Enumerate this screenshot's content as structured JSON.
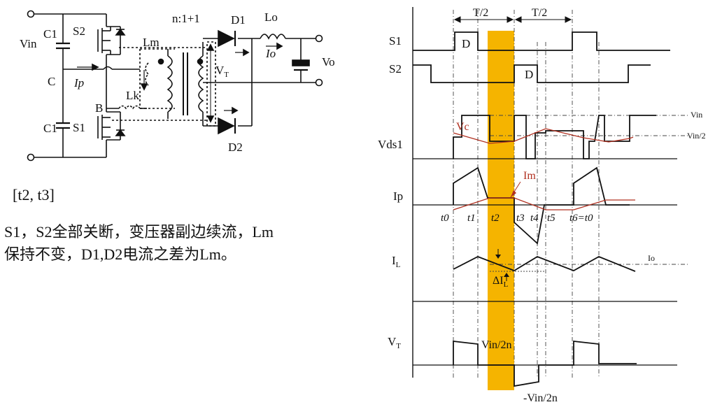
{
  "circuit": {
    "vin": "Vin",
    "c1_top": "C1",
    "c1_bottom": "C1",
    "c_node": "C",
    "b_node": "B",
    "s1": "S1",
    "s2": "S2",
    "ip": "Ip",
    "lm": "Lm",
    "lk": "Lk",
    "ratio": "n:1+1",
    "d1": "D1",
    "d2": "D2",
    "lo": "Lo",
    "io": "Io",
    "vo": "Vo",
    "vt_main": "V",
    "vt_sub": "T"
  },
  "description": {
    "interval": "[t2, t3]",
    "line1": "S1，S2全部关断，变压器副边续流，Lm",
    "line2": "保持不变，D1,D2电流之差为Lm。"
  },
  "waveforms": {
    "half_period_1": "T/2",
    "half_period_2": "T/2",
    "s1": "S1",
    "s2": "S2",
    "d_s1": "D",
    "d_s2": "D",
    "vds1": "Vds1",
    "vc": "Vc",
    "vin_right": "Vin",
    "vin_half_right": "Vin/2",
    "ip": "Ip",
    "im": "Im",
    "t0": "t0",
    "t1": "t1",
    "t2": "t2",
    "t3": "t3",
    "t4": "t4",
    "t5": "t5",
    "t6": "t6=t0",
    "il_main": "I",
    "il_sub": "L",
    "io_right": "Io",
    "delta_il_main": "ΔI",
    "delta_il_sub": "L",
    "vt_main": "V",
    "vt_sub": "T",
    "vin_2n": "Vin/2n",
    "neg_vin_2n": "-Vin/2n"
  },
  "colors": {
    "highlight": "#f5b400",
    "red_trace": "#b03020",
    "line": "#111111"
  }
}
